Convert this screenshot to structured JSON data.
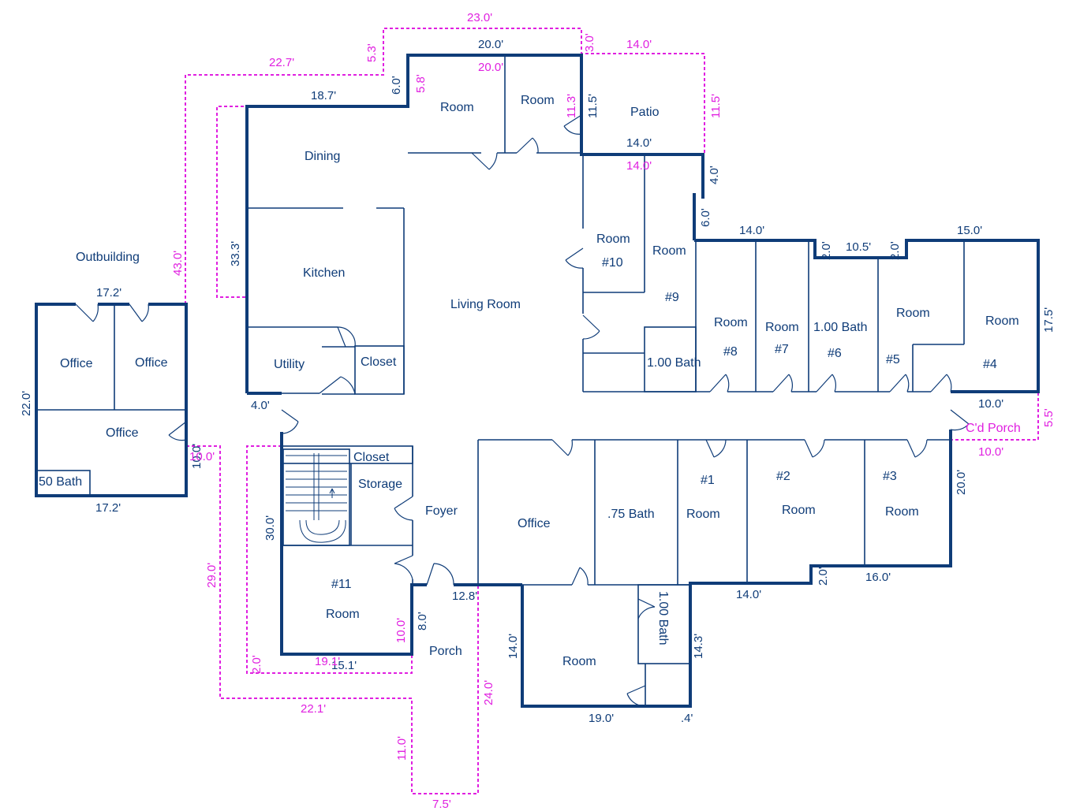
{
  "colors": {
    "wall": "#0f3c78",
    "dashed_outline": "#e020e0",
    "background": "#ffffff"
  },
  "rooms": {
    "outbuilding": "Outbuilding",
    "office_a": "Office",
    "office_b": "Office",
    "office_c": "Office",
    "bath_50": "50 Bath",
    "dining": "Dining",
    "kitchen": "Kitchen",
    "utility": "Utility",
    "closet_kitchen": "Closet",
    "living_room": "Living Room",
    "room_top_left": "Room",
    "room_top_right": "Room",
    "patio": "Patio",
    "room_10_name": "Room",
    "room_10_num": "#10",
    "room_9_name": "Room",
    "room_9_num": "#9",
    "bath_9": "1.00 Bath",
    "room_8_name": "Room",
    "room_8_num": "#8",
    "room_7_name": "Room",
    "room_7_num": "#7",
    "bath_6_name": "1.00 Bath",
    "bath_6_num": "#6",
    "room_5_name": "Room",
    "room_5_num": "#5",
    "room_4_name": "Room",
    "room_4_num": "#4",
    "cd_porch": "C'd Porch",
    "closet_stair": "Closet",
    "storage": "Storage",
    "foyer": "Foyer",
    "room_11_num": "#11",
    "room_11_name": "Room",
    "porch": "Porch",
    "office_main": "Office",
    "bath_75": ".75 Bath",
    "room_1_num": "#1",
    "room_1_name": "Room",
    "room_2_num": "#2",
    "room_2_name": "Room",
    "room_3_num": "#3",
    "room_3_name": "Room",
    "room_bottom": "Room",
    "bath_bottom": "1.00 Bath"
  },
  "dimensions_wall": {
    "top_20_a": "20.0'",
    "left_18_7": "18.7'",
    "step_6_0": "6.0'",
    "patio_wall_11_5": "11.5'",
    "patio_bottom_14": "14.0'",
    "step_4_0": "4.0'",
    "step_6_0b": "6.0'",
    "wing_14": "14.0'",
    "wing_2_0a": "2.0'",
    "wing_10_5": "10.5'",
    "wing_2_0b": "2.0'",
    "wing_15": "15.0'",
    "wing_17_5": "17.5'",
    "porch_10": "10.0'",
    "kitchen_33_3": "33.3'",
    "outb_17_2_top": "17.2'",
    "outb_22": "22.0'",
    "outb_17_2_bot": "17.2'",
    "outb_10": "10.0'",
    "utility_4": "4.0'",
    "stair_30": "30.0'",
    "porch_8": "8.0'",
    "porch_12_8": "12.8'",
    "bottom_15_1": "15.1'",
    "south_20": "20.0'",
    "south_16": "16.0'",
    "south_2": "2.0'",
    "south_14": "14.0'",
    "south_14_3": "14.3'",
    "room_14": "14.0'",
    "room_19": "19.0'",
    "room_04": ".4'"
  },
  "dimensions_outline": {
    "top_23": "23.0'",
    "top_20": "20.0'",
    "top_22_7": "22.7'",
    "step_5_3": "5.3'",
    "step_5_8": "5.8'",
    "step_3_0": "3.0'",
    "patio_14": "14.0'",
    "patio_11_3": "11.3'",
    "patio_11_5": "11.5'",
    "patio_bot_14": "14.0'",
    "left_43": "43.0'",
    "cd_5_5": "5.5'",
    "cd_10": "10.0'",
    "left_10": "10.0'",
    "left_29": "29.0'",
    "left_2_0": "2.0'",
    "bottom_19_1": "19.1'",
    "room11_10": "10.0'",
    "bottom_22_1": "22.1'",
    "porch_24": "24.0'",
    "porch_11": "11.0'",
    "porch_7_5": "7.5'"
  }
}
